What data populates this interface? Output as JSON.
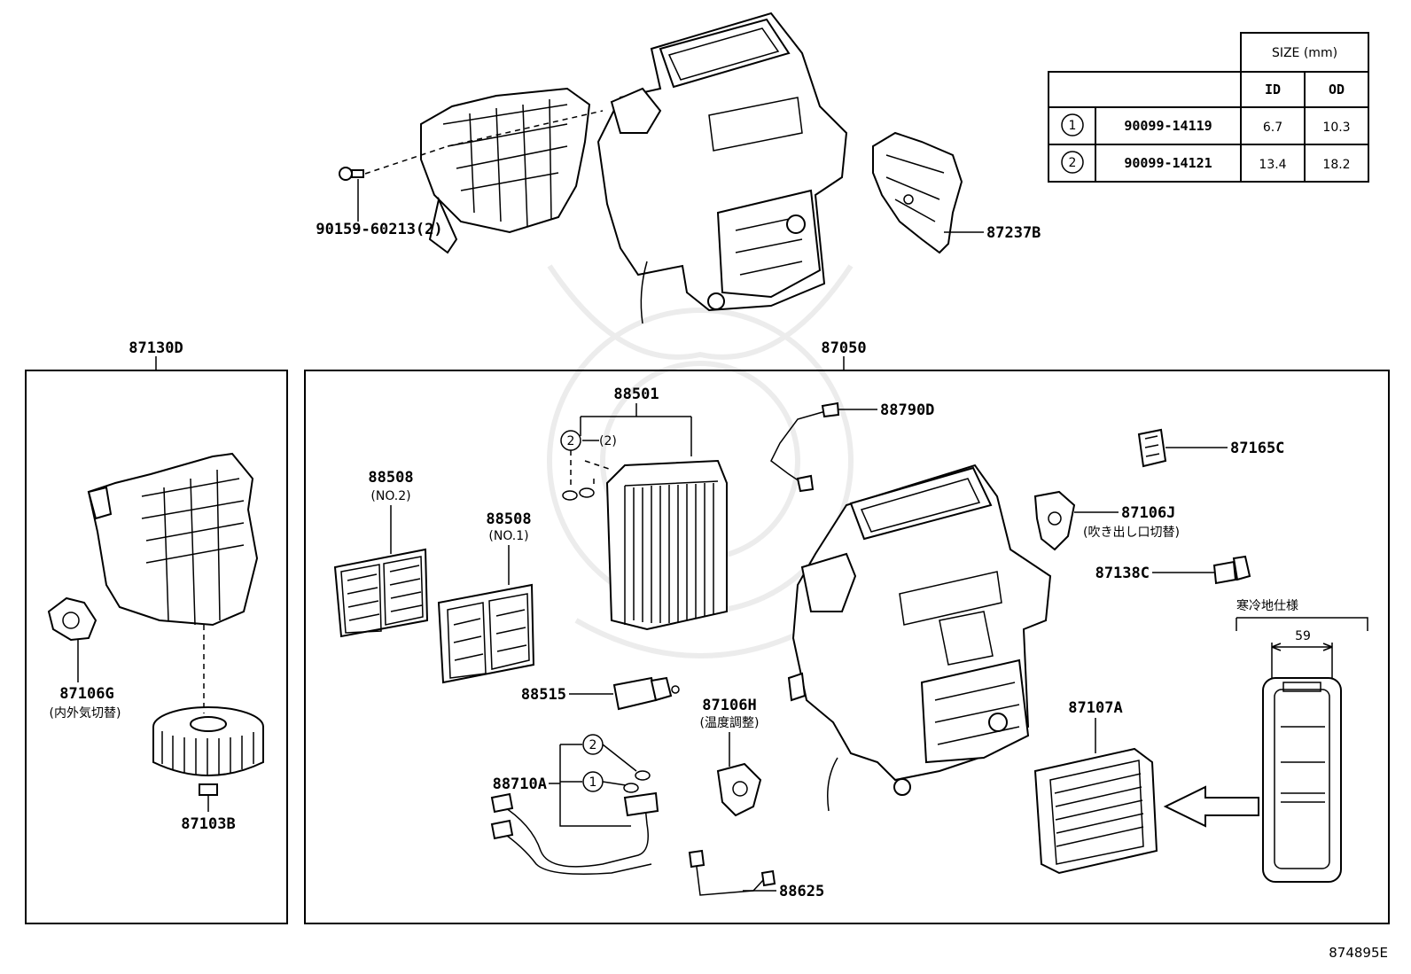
{
  "figure_id": "874895E",
  "size_table": {
    "header": "SIZE (mm)",
    "col_id": "ID",
    "col_od": "OD",
    "rows": [
      {
        "marker": "1",
        "part": "90099-14119",
        "id": "6.7",
        "od": "10.3"
      },
      {
        "marker": "2",
        "part": "90099-14121",
        "id": "13.4",
        "od": "18.2"
      }
    ]
  },
  "top_labels": {
    "screw": "90159-60213(2)",
    "bracket": "87237B"
  },
  "left_group": {
    "title": "87130D",
    "servo": "87106G",
    "servo_note": "(内外気切替)",
    "blower_motor": "87103B"
  },
  "right_group": {
    "title": "87050",
    "evaporator": "88501",
    "evap_oring_marker": "2",
    "evap_oring_count": "(2)",
    "filter_no2": "88508",
    "filter_no2_note": "(NO.2)",
    "filter_no1": "88508",
    "filter_no1_note": "(NO.1)",
    "thermistor": "88790D",
    "resistor": "87165C",
    "servo_mode": "87106J",
    "servo_mode_note": "(吹き出し口切替)",
    "sensor": "87138C",
    "cold_spec": "寒冷地仕様",
    "dimension": "59",
    "heater_core": "87107A",
    "expansion_valve": "88515",
    "servo_temp": "87106H",
    "servo_temp_note": "(温度調整)",
    "tube": "88710A",
    "tube_marker_1": "1",
    "tube_marker_2": "2",
    "harness": "88625"
  }
}
